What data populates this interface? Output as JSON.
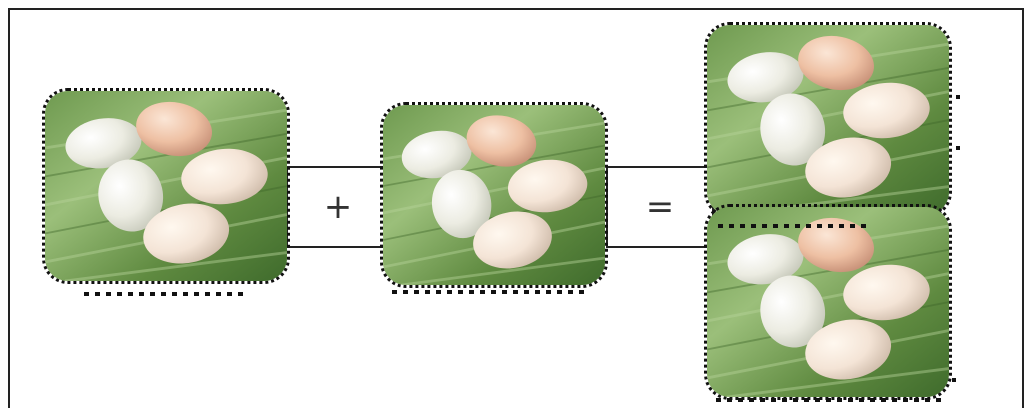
{
  "equation": {
    "plus_label": "+",
    "equals_label": "="
  },
  "image_description_icons": [
    "egg-plate-image-left",
    "egg-plate-image-middle",
    "egg-plate-image-result-top",
    "egg-plate-image-result-bottom"
  ],
  "colors": {
    "leaf_dark": "#3f6b2c",
    "leaf_light": "#9bbf7a",
    "egg_white": "#eeeee4",
    "egg_pink": "#efc4a8",
    "border": "#222222"
  }
}
